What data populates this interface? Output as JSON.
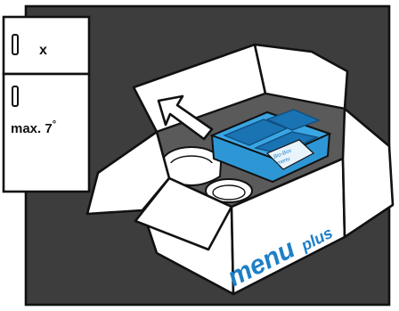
{
  "fridge": {
    "freezer_label": "x",
    "fridge_label": "max. 7",
    "degree_mark": "°"
  },
  "box": {
    "brand_text": "menu",
    "brand_text_right": "plus",
    "lid_label_line1": "Bio-Box",
    "lid_label_line2": "menu"
  },
  "colors": {
    "fridge_interior": "#3d3d3d",
    "box_interior": "#5a5a5a",
    "tray_blue": "#2d97d6",
    "tray_blue_dark": "#1a73b3",
    "brand_blue": "#1d7fc7",
    "outline": "#111111"
  },
  "icons": {
    "arrow": "arrow-up-left-icon",
    "freezer_handle": "freezer-handle-icon",
    "fridge_handle": "fridge-handle-icon"
  }
}
